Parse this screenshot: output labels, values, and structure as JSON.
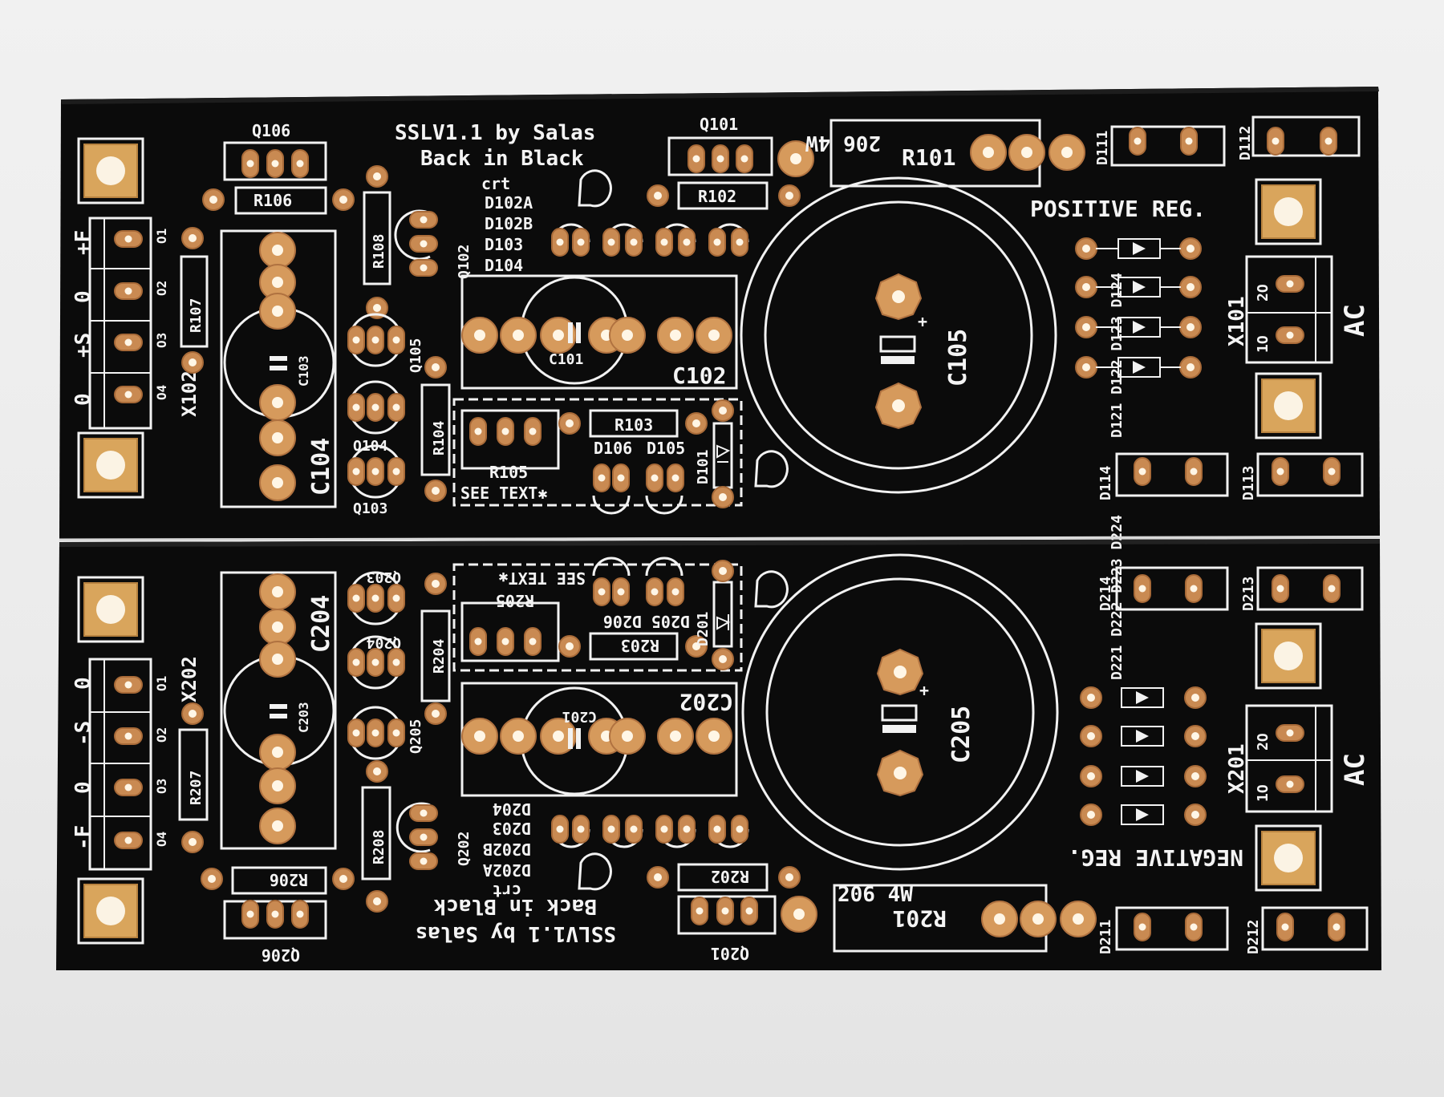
{
  "top_board": {
    "title_line1": "SSLV1.1 by Salas",
    "title_line2": "Back in Black",
    "crt": "crt",
    "diode_group": [
      "D102A",
      "D102B",
      "D103",
      "D104"
    ],
    "section_label": "POSITIVE REG.",
    "ac_label": "AC",
    "see_text": "SEE TEXT✱",
    "pins_left": [
      "+F",
      "0",
      "+S",
      "0"
    ],
    "pin_nums": [
      "O1",
      "O2",
      "O3",
      "O4"
    ],
    "connector_right_pins": [
      "2O",
      "1O"
    ],
    "res_rating": "206 4W",
    "parts": {
      "q106": "Q106",
      "r106": "R106",
      "r107": "R107",
      "r108": "R108",
      "q102": "Q102",
      "q101": "Q101",
      "r102": "R102",
      "r101": "R101",
      "d111": "D111",
      "d112": "D112",
      "c101": "C101",
      "c102": "C102",
      "c103": "C103",
      "c104": "C104",
      "c105": "C105",
      "q105": "Q105",
      "q104": "Q104",
      "q103": "Q103",
      "r104": "R104",
      "r105": "R105",
      "r103": "R103",
      "d106": "D106",
      "d105": "D105",
      "d101": "D101",
      "x101": "X101",
      "x102": "X102",
      "d114": "D114",
      "d113": "D113",
      "d_rect": "D121 D122 D123 D124"
    }
  },
  "bottom_board": {
    "title_line1": "SSLV1.1 by Salas",
    "title_line2": "Back in Black",
    "crt": "crt",
    "diode_group": [
      "D204",
      "D203",
      "D202B",
      "D202A"
    ],
    "section_label": "NEGATIVE REG.",
    "ac_label": "AC",
    "see_text": "SEE TEXT✱",
    "pins_left": [
      "-F",
      "0",
      "-S",
      "0"
    ],
    "pin_nums": [
      "O1",
      "O2",
      "O3",
      "O4"
    ],
    "connector_right_pins": [
      "2O",
      "1O"
    ],
    "res_rating": "206 4W",
    "parts": {
      "q206": "Q206",
      "r206": "R206",
      "r207": "R207",
      "r208": "R208",
      "q202": "Q202",
      "q201": "Q201",
      "r202": "R202",
      "r201": "R201",
      "d211": "D211",
      "d212": "D212",
      "c201": "C201",
      "c202": "C202",
      "c203": "C203",
      "c204": "C204",
      "c205": "C205",
      "q205": "Q205",
      "q204": "Q204",
      "q203": "Q203",
      "r204": "R204",
      "r205": "R205",
      "r203": "R203",
      "d206": "D206",
      "d205": "D205",
      "d201": "D201",
      "x201": "X201",
      "x202": "X202",
      "d214": "D214",
      "d213": "D213",
      "d_rect": "D221 D222 D223 D224"
    }
  },
  "colors": {
    "board": "#0a0a0a",
    "copper": "#c98a52",
    "silkscreen": "#f2f2f2",
    "gold_pad": "#d9a55c"
  }
}
